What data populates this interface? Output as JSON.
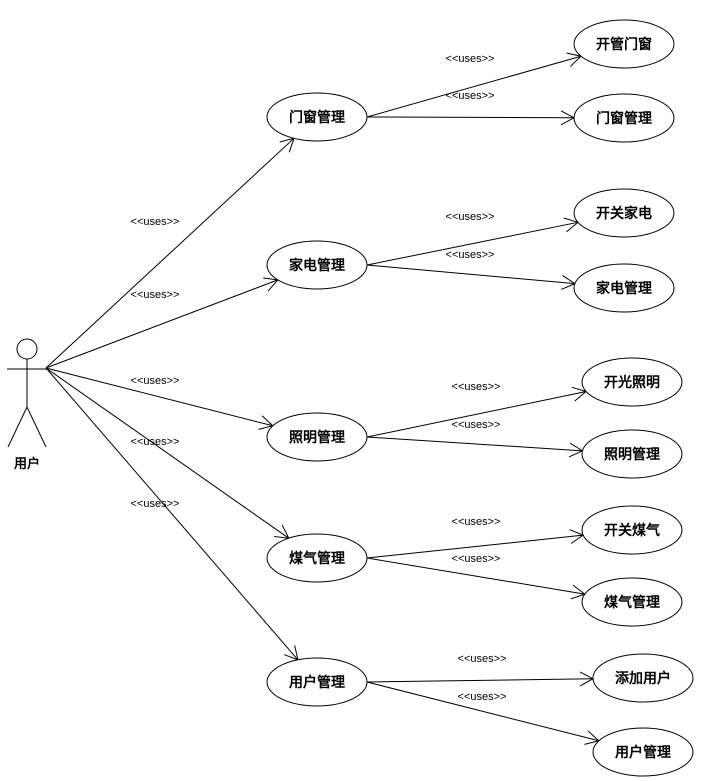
{
  "actor": {
    "name": "用户"
  },
  "stereotype": "<<uses>>",
  "groups": [
    {
      "name": "门窗管理",
      "children": [
        "开管门窗",
        "门窗管理"
      ]
    },
    {
      "name": "家电管理",
      "children": [
        "开关家电",
        "家电管理"
      ]
    },
    {
      "name": "照明管理",
      "children": [
        "开光照明",
        "照明管理"
      ]
    },
    {
      "name": "煤气管理",
      "children": [
        "开关煤气",
        "煤气管理"
      ]
    },
    {
      "name": "用户管理",
      "children": [
        "添加用户",
        "用户管理"
      ]
    }
  ]
}
